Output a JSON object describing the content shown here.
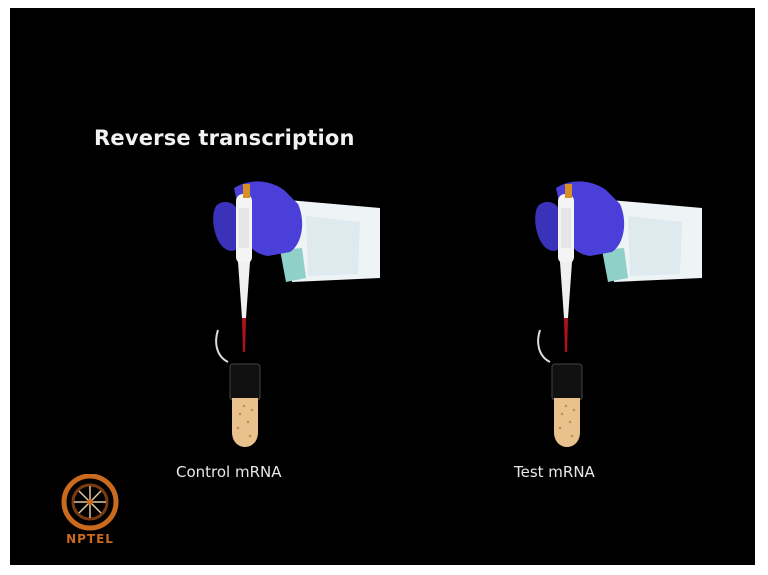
{
  "slide": {
    "title": "Reverse transcription",
    "panels": [
      {
        "label": "Control mRNA"
      },
      {
        "label": "Test mRNA"
      }
    ],
    "logo": {
      "text": "NPTEL"
    }
  },
  "colors": {
    "background": "#000000",
    "glove": "#4a3fd8",
    "coat": "#eef3f6",
    "cuff": "#8fd0c8",
    "liquid": "#b0121a",
    "tube_fill": "#e9c18c",
    "tube_cap": "#111111",
    "logo": "#c96a1f"
  },
  "icons": [
    "pipette-icon",
    "gloved-hand-icon",
    "sample-tube-icon",
    "nptel-logo-icon"
  ]
}
